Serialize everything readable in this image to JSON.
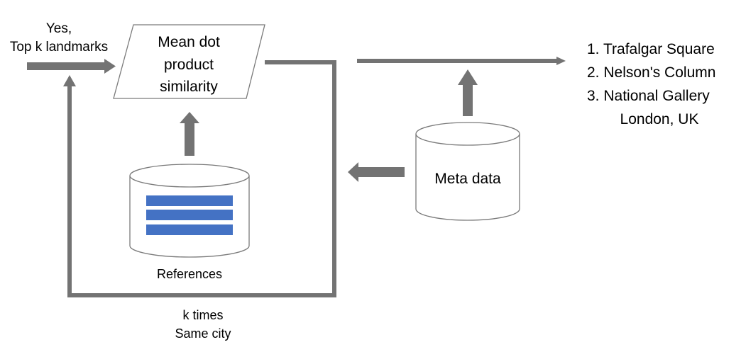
{
  "colors": {
    "arrow": "#737373",
    "outline": "#7a7a7a",
    "reference_bars": "#4472c4",
    "text": "#000000",
    "background": "#ffffff"
  },
  "input_label": {
    "line1": "Yes,",
    "line2": "Top k landmarks"
  },
  "similarity_box": {
    "line1": "Mean dot",
    "line2": "product",
    "line3": "similarity"
  },
  "references_db": {
    "label": "References"
  },
  "metadata_db": {
    "label": "Meta data"
  },
  "loop_label": {
    "line1": "k times",
    "line2": "Same city"
  },
  "output": {
    "items": [
      "1. Trafalgar Square",
      "2. Nelson's Column",
      "3. National Gallery"
    ],
    "location": "London, UK"
  }
}
